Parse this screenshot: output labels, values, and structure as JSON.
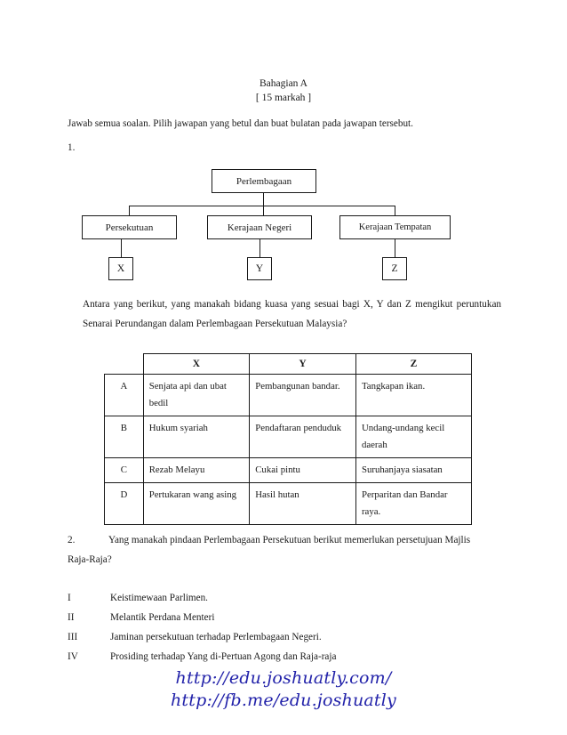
{
  "document": {
    "heading_title": "Bahagian A",
    "heading_marks": "[ 15 markah ]",
    "instruction": "Jawab semua soalan. Pilih jawapan yang betul dan buat bulatan pada jawapan tersebut."
  },
  "question1": {
    "number": "1.",
    "diagram": {
      "root": "Perlembagaan",
      "level2": [
        "Persekutuan",
        "Kerajaan Negeri",
        "Kerajaan Tempatan"
      ],
      "level3": [
        "X",
        "Y",
        "Z"
      ]
    },
    "stem": "Antara yang berikut, yang manakah bidang kuasa yang sesuai bagi X, Y dan Z mengikut peruntukan Senarai Perundangan dalam Perlembagaan Persekutuan Malaysia?",
    "table": {
      "corner": "",
      "headers": [
        "X",
        "Y",
        "Z"
      ],
      "rows": [
        {
          "label": "A",
          "x": "Senjata api dan ubat bedil",
          "y": "Pembangunan bandar.",
          "z": "Tangkapan ikan."
        },
        {
          "label": "B",
          "x": "Hukum syariah",
          "y": "Pendaftaran penduduk",
          "z": "Undang-undang kecil daerah"
        },
        {
          "label": "C",
          "x": "Rezab Melayu",
          "y": "Cukai pintu",
          "z": "Suruhanjaya siasatan"
        },
        {
          "label": "D",
          "x": "Pertukaran wang asing",
          "y": "Hasil hutan",
          "z": "Perparitan dan Bandar raya."
        }
      ]
    }
  },
  "question2": {
    "number": "2.",
    "text": "Yang manakah pindaan Perlembagaan Persekutuan berikut  memerlukan persetujuan Majlis Raja-Raja?",
    "items": [
      {
        "numeral": "I",
        "text": "Keistimewaan Parlimen."
      },
      {
        "numeral": "II",
        "text": "Melantik Perdana Menteri"
      },
      {
        "numeral": "III",
        "text": "Jaminan persekutuan terhadap Perlembagaan Negeri."
      },
      {
        "numeral": "IV",
        "text": "Prosiding terhadap Yang di-Pertuan Agong  dan Raja-raja"
      }
    ]
  },
  "watermark": {
    "line1": "http://edu.joshuatly.com/",
    "line2": "http://fb.me/edu.joshuatly",
    "color": "#2323aa"
  }
}
